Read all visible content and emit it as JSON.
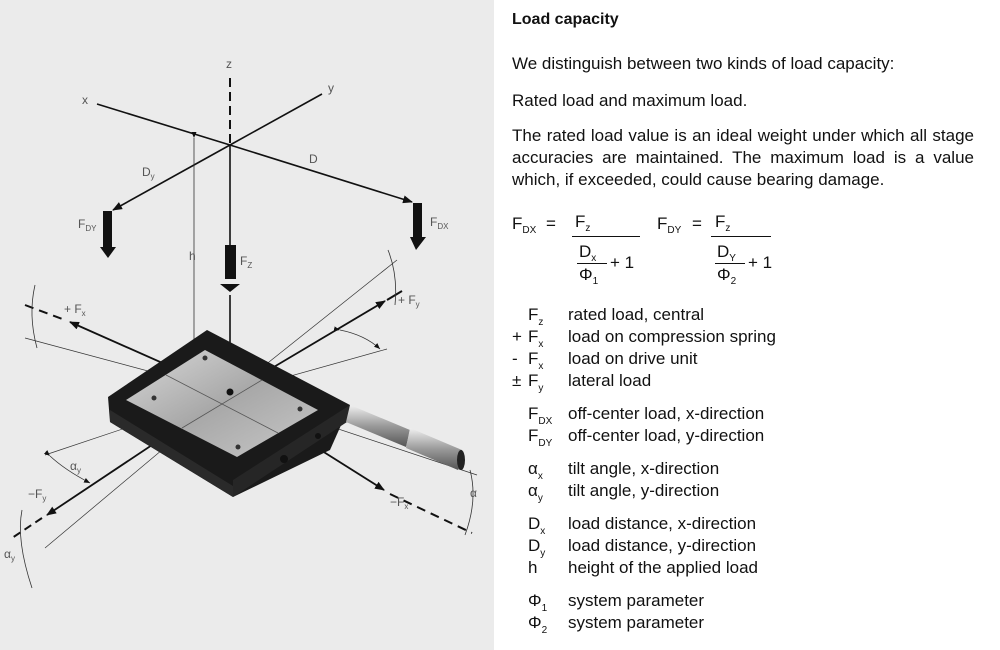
{
  "figure": {
    "axis_labels": {
      "x": "x",
      "y": "y",
      "z": "z"
    },
    "force_labels": {
      "fdy": {
        "main": "F",
        "sub": "DY"
      },
      "fdx": {
        "main": "F",
        "sub": "DX"
      },
      "fz": {
        "main": "F",
        "sub": "Z"
      },
      "plus_fx": {
        "main": "+ F",
        "sub": "x"
      },
      "plus_fy": {
        "main": "+ F",
        "sub": "y"
      },
      "minus_fy": {
        "main": "−F",
        "sub": "y"
      },
      "minus_fx": {
        "main": "−F",
        "sub": "x"
      }
    },
    "dimension_labels": {
      "dy": {
        "main": "D",
        "sub": "y"
      },
      "d": "D",
      "h": "h"
    },
    "angle_labels": {
      "alpha": "α",
      "alpha_y": {
        "main": "α",
        "sub": "y"
      },
      "alpha_y2": {
        "main": "α",
        "sub": "y"
      }
    }
  },
  "section": {
    "heading": "Load capacity",
    "intro": "We distinguish between two kinds of load capacity:",
    "kinds": "Rated load and maximum load.",
    "explanation": "The rated load value is an ideal weight under which all stage accuracies are maintained. The maximum load is a value which, if exceeded, could cause bearing damage."
  },
  "formulas": {
    "fdx": {
      "lhs": "F",
      "lhs_sub": "DX",
      "eq": "=",
      "num": "F",
      "num_sub": "z",
      "d": "D",
      "d_sub": "x",
      "phi": "Φ",
      "phi_sub": "1",
      "plus": "+ 1"
    },
    "fdy": {
      "lhs": "F",
      "lhs_sub": "DY",
      "eq": "=",
      "num": "F",
      "num_sub": "z",
      "d": "D",
      "d_sub": "Y",
      "phi": "Φ",
      "phi_sub": "2",
      "plus": "+ 1"
    }
  },
  "legend": [
    {
      "prefix": "",
      "symbol": "F",
      "sub": "z",
      "description": "rated load, central"
    },
    {
      "prefix": "+",
      "symbol": "F",
      "sub": "x",
      "description": "load on compression spring"
    },
    {
      "prefix": "-",
      "symbol": "F",
      "sub": "x",
      "description": "load on drive unit"
    },
    {
      "prefix": "±",
      "symbol": "F",
      "sub": "y",
      "description": "lateral load"
    },
    {
      "prefix": "",
      "symbol": "F",
      "sub": "DX",
      "description": "off-center load, x-direction"
    },
    {
      "prefix": "",
      "symbol": "F",
      "sub": "DY",
      "description": "off-center load, y-direction"
    },
    {
      "prefix": "",
      "symbol": "α",
      "sub": "x",
      "description": "tilt angle, x-direction"
    },
    {
      "prefix": "",
      "symbol": "α",
      "sub": "y",
      "description": "tilt angle, y-direction"
    },
    {
      "prefix": "",
      "symbol": "D",
      "sub": "x",
      "description": "load distance, x-direction"
    },
    {
      "prefix": "",
      "symbol": "D",
      "sub": "y",
      "description": "load distance, y-direction"
    },
    {
      "prefix": "",
      "symbol": "h",
      "sub": "",
      "description": "height of the applied load"
    },
    {
      "prefix": "",
      "symbol": "Φ",
      "sub": "1",
      "description": "system parameter"
    },
    {
      "prefix": "",
      "symbol": "Φ",
      "sub": "2",
      "description": "system parameter"
    }
  ]
}
